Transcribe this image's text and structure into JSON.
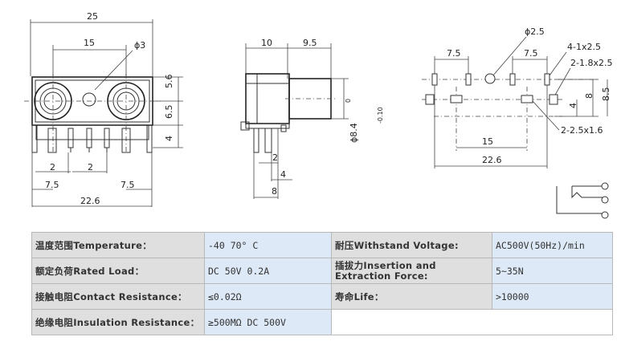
{
  "drawing": {
    "front": {
      "overall_width": "25",
      "pitch": "15",
      "hole_dia": "ϕ3",
      "height_top": "5.6",
      "height_mid": "6.5",
      "height_low": "4",
      "pin_gap_left": "2",
      "pin_gap_mid": "2",
      "pin_offset_left": "7.5",
      "pin_offset_right": "7.5",
      "pin_span": "22.6"
    },
    "side": {
      "depth_left": "10",
      "depth_right": "9.5",
      "barrel_dia": "ϕ8.4",
      "barrel_tol_top": "0",
      "barrel_tol_bottom": "-0.10",
      "pin_a": "2",
      "pin_b": "4",
      "pin_c": "8"
    },
    "footprint": {
      "center_hole": "ϕ2.5",
      "slot_top": "4-1x2.5",
      "slot_side": "2-1.8x2.5",
      "spacing_left": "7.5",
      "spacing_right": "7.5",
      "row_gap": "4",
      "height_8": "8",
      "height_85": "8.5",
      "center_pitch": "15",
      "total_width": "22.6",
      "slot_bottom": "2-2.5x1.6"
    }
  },
  "specs": [
    {
      "label": "温度范围Temperature：",
      "value": "-40   70° C"
    },
    {
      "label": "耐压Withstand Voltage:",
      "value": "AC500V(50Hz)/min"
    },
    {
      "label": "额定负荷Rated Load：",
      "value": "DC 50V 0.2A"
    },
    {
      "label": "插拔力Insertion and Extraction Force:",
      "value": "5~35N"
    },
    {
      "label": "接触电阻Contact Resistance：",
      "value": "≤0.02Ω"
    },
    {
      "label": "寿命Life：",
      "value": ">10000"
    },
    {
      "label": "绝缘电阻Insulation Resistance：",
      "value": "≥500MΩ  DC  500V"
    }
  ]
}
